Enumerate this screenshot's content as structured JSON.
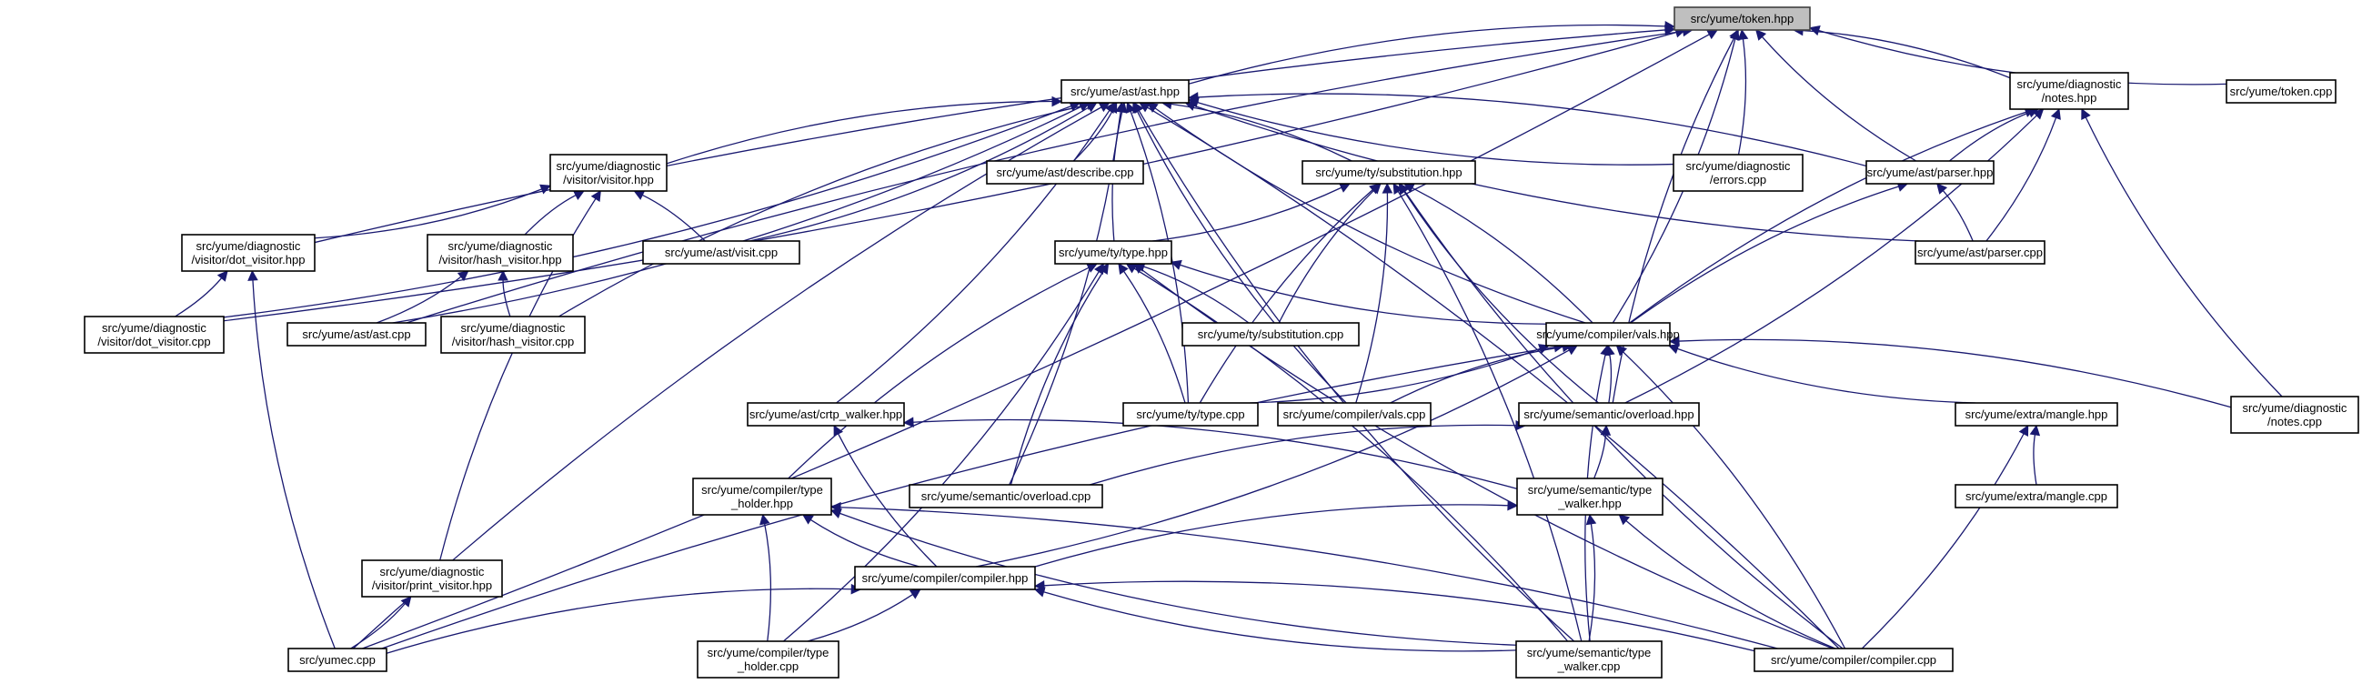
{
  "title": "Include dependency graph: files that directly or indirectly include src/yume/token.hpp",
  "colors": {
    "edge": "#191970",
    "root_fill": "#bfbfbf",
    "node_fill": "#ffffff",
    "node_border": "#000000"
  },
  "root": "token_hpp",
  "nodes": [
    {
      "id": "token_hpp",
      "label": [
        "src/yume/token.hpp"
      ],
      "root": true
    },
    {
      "id": "ast_hpp",
      "label": [
        "src/yume/ast/ast.hpp"
      ]
    },
    {
      "id": "notes_hpp",
      "label": [
        "src/yume/diagnostic",
        "/notes.hpp"
      ]
    },
    {
      "id": "token_cpp",
      "label": [
        "src/yume/token.cpp"
      ]
    },
    {
      "id": "visitor_hpp",
      "label": [
        "src/yume/diagnostic",
        "/visitor/visitor.hpp"
      ]
    },
    {
      "id": "describe_cpp",
      "label": [
        "src/yume/ast/describe.cpp"
      ]
    },
    {
      "id": "substitution_hpp",
      "label": [
        "src/yume/ty/substitution.hpp"
      ]
    },
    {
      "id": "errors_cpp",
      "label": [
        "src/yume/diagnostic",
        "/errors.cpp"
      ]
    },
    {
      "id": "parser_hpp",
      "label": [
        "src/yume/ast/parser.hpp"
      ]
    },
    {
      "id": "parser_cpp",
      "label": [
        "src/yume/ast/parser.cpp"
      ]
    },
    {
      "id": "dot_visitor_hpp",
      "label": [
        "src/yume/diagnostic",
        "/visitor/dot_visitor.hpp"
      ]
    },
    {
      "id": "hash_visitor_hpp",
      "label": [
        "src/yume/diagnostic",
        "/visitor/hash_visitor.hpp"
      ]
    },
    {
      "id": "visit_cpp",
      "label": [
        "src/yume/ast/visit.cpp"
      ]
    },
    {
      "id": "type_hpp",
      "label": [
        "src/yume/ty/type.hpp"
      ]
    },
    {
      "id": "dot_visitor_cpp",
      "label": [
        "src/yume/diagnostic",
        "/visitor/dot_visitor.cpp"
      ]
    },
    {
      "id": "ast_cpp",
      "label": [
        "src/yume/ast/ast.cpp"
      ]
    },
    {
      "id": "hash_visitor_cpp",
      "label": [
        "src/yume/diagnostic",
        "/visitor/hash_visitor.cpp"
      ]
    },
    {
      "id": "substitution_cpp",
      "label": [
        "src/yume/ty/substitution.cpp"
      ]
    },
    {
      "id": "vals_hpp",
      "label": [
        "src/yume/compiler/vals.hpp"
      ]
    },
    {
      "id": "crtp_walker_hpp",
      "label": [
        "src/yume/ast/crtp_walker.hpp"
      ]
    },
    {
      "id": "type_cpp",
      "label": [
        "src/yume/ty/type.cpp"
      ]
    },
    {
      "id": "vals_cpp",
      "label": [
        "src/yume/compiler/vals.cpp"
      ]
    },
    {
      "id": "overload_hpp",
      "label": [
        "src/yume/semantic/overload.hpp"
      ]
    },
    {
      "id": "mangle_hpp",
      "label": [
        "src/yume/extra/mangle.hpp"
      ]
    },
    {
      "id": "notes_cpp",
      "label": [
        "src/yume/diagnostic",
        "/notes.cpp"
      ]
    },
    {
      "id": "type_holder_hpp",
      "label": [
        "src/yume/compiler/type",
        "_holder.hpp"
      ]
    },
    {
      "id": "overload_cpp",
      "label": [
        "src/yume/semantic/overload.cpp"
      ]
    },
    {
      "id": "type_walker_hpp",
      "label": [
        "src/yume/semantic/type",
        "_walker.hpp"
      ]
    },
    {
      "id": "mangle_cpp",
      "label": [
        "src/yume/extra/mangle.cpp"
      ]
    },
    {
      "id": "print_visitor_hpp",
      "label": [
        "src/yume/diagnostic",
        "/visitor/print_visitor.hpp"
      ]
    },
    {
      "id": "compiler_hpp",
      "label": [
        "src/yume/compiler/compiler.hpp"
      ]
    },
    {
      "id": "yumec_cpp",
      "label": [
        "src/yumec.cpp"
      ]
    },
    {
      "id": "type_holder_cpp",
      "label": [
        "src/yume/compiler/type",
        "_holder.cpp"
      ]
    },
    {
      "id": "type_walker_cpp",
      "label": [
        "src/yume/semantic/type",
        "_walker.cpp"
      ]
    },
    {
      "id": "compiler_cpp",
      "label": [
        "src/yume/compiler/compiler.cpp"
      ]
    }
  ],
  "edges": [
    [
      "ast_hpp",
      "token_hpp"
    ],
    [
      "notes_hpp",
      "token_hpp"
    ],
    [
      "token_cpp",
      "token_hpp"
    ],
    [
      "errors_cpp",
      "token_hpp"
    ],
    [
      "parser_hpp",
      "token_hpp"
    ],
    [
      "vals_hpp",
      "token_hpp"
    ],
    [
      "dot_visitor_hpp",
      "token_hpp"
    ],
    [
      "dot_visitor_cpp",
      "token_hpp"
    ],
    [
      "ast_cpp",
      "token_hpp"
    ],
    [
      "yumec_cpp",
      "token_hpp"
    ],
    [
      "overload_hpp",
      "token_hpp"
    ],
    [
      "describe_cpp",
      "ast_hpp"
    ],
    [
      "visitor_hpp",
      "ast_hpp"
    ],
    [
      "substitution_hpp",
      "ast_hpp"
    ],
    [
      "errors_cpp",
      "ast_hpp"
    ],
    [
      "parser_hpp",
      "ast_hpp"
    ],
    [
      "parser_cpp",
      "ast_hpp"
    ],
    [
      "visit_cpp",
      "ast_hpp"
    ],
    [
      "type_hpp",
      "ast_hpp"
    ],
    [
      "ast_cpp",
      "ast_hpp"
    ],
    [
      "hash_visitor_cpp",
      "ast_hpp"
    ],
    [
      "dot_visitor_cpp",
      "ast_hpp"
    ],
    [
      "yumec_cpp",
      "ast_hpp"
    ],
    [
      "crtp_walker_hpp",
      "ast_hpp"
    ],
    [
      "vals_hpp",
      "ast_hpp"
    ],
    [
      "type_cpp",
      "ast_hpp"
    ],
    [
      "vals_cpp",
      "ast_hpp"
    ],
    [
      "overload_cpp",
      "ast_hpp"
    ],
    [
      "type_walker_cpp",
      "ast_hpp"
    ],
    [
      "compiler_cpp",
      "ast_hpp"
    ],
    [
      "parser_hpp",
      "notes_hpp"
    ],
    [
      "parser_cpp",
      "notes_hpp"
    ],
    [
      "vals_hpp",
      "notes_hpp"
    ],
    [
      "overload_hpp",
      "notes_hpp"
    ],
    [
      "notes_cpp",
      "notes_hpp"
    ],
    [
      "dot_visitor_hpp",
      "visitor_hpp"
    ],
    [
      "hash_visitor_hpp",
      "visitor_hpp"
    ],
    [
      "visit_cpp",
      "visitor_hpp"
    ],
    [
      "print_visitor_hpp",
      "visitor_hpp"
    ],
    [
      "type_hpp",
      "substitution_hpp"
    ],
    [
      "substitution_cpp",
      "substitution_hpp"
    ],
    [
      "vals_hpp",
      "substitution_hpp"
    ],
    [
      "type_cpp",
      "substitution_hpp"
    ],
    [
      "vals_cpp",
      "substitution_hpp"
    ],
    [
      "overload_hpp",
      "substitution_hpp"
    ],
    [
      "type_walker_cpp",
      "substitution_hpp"
    ],
    [
      "compiler_cpp",
      "substitution_hpp"
    ],
    [
      "parser_cpp",
      "parser_hpp"
    ],
    [
      "vals_hpp",
      "parser_hpp"
    ],
    [
      "dot_visitor_cpp",
      "dot_visitor_hpp"
    ],
    [
      "yumec_cpp",
      "dot_visitor_hpp"
    ],
    [
      "ast_cpp",
      "hash_visitor_hpp"
    ],
    [
      "hash_visitor_cpp",
      "hash_visitor_hpp"
    ],
    [
      "substitution_cpp",
      "type_hpp"
    ],
    [
      "vals_hpp",
      "type_hpp"
    ],
    [
      "type_cpp",
      "type_hpp"
    ],
    [
      "type_holder_hpp",
      "type_hpp"
    ],
    [
      "type_holder_cpp",
      "type_hpp"
    ],
    [
      "overload_cpp",
      "type_hpp"
    ],
    [
      "type_walker_cpp",
      "type_hpp"
    ],
    [
      "compiler_cpp",
      "type_hpp"
    ],
    [
      "type_cpp",
      "vals_hpp"
    ],
    [
      "vals_cpp",
      "vals_hpp"
    ],
    [
      "overload_hpp",
      "vals_hpp"
    ],
    [
      "mangle_hpp",
      "vals_hpp"
    ],
    [
      "notes_cpp",
      "vals_hpp"
    ],
    [
      "yumec_cpp",
      "vals_hpp"
    ],
    [
      "compiler_hpp",
      "vals_hpp"
    ],
    [
      "type_walker_cpp",
      "vals_hpp"
    ],
    [
      "compiler_cpp",
      "vals_hpp"
    ],
    [
      "compiler_hpp",
      "crtp_walker_hpp"
    ],
    [
      "type_walker_hpp",
      "crtp_walker_hpp"
    ],
    [
      "overload_cpp",
      "overload_hpp"
    ],
    [
      "type_walker_hpp",
      "overload_hpp"
    ],
    [
      "mangle_cpp",
      "mangle_hpp"
    ],
    [
      "compiler_cpp",
      "mangle_hpp"
    ],
    [
      "compiler_hpp",
      "type_holder_hpp"
    ],
    [
      "type_holder_cpp",
      "type_holder_hpp"
    ],
    [
      "type_walker_cpp",
      "type_holder_hpp"
    ],
    [
      "compiler_cpp",
      "type_holder_hpp"
    ],
    [
      "compiler_hpp",
      "type_walker_hpp"
    ],
    [
      "type_walker_cpp",
      "type_walker_hpp"
    ],
    [
      "compiler_cpp",
      "type_walker_hpp"
    ],
    [
      "yumec_cpp",
      "print_visitor_hpp"
    ],
    [
      "yumec_cpp",
      "compiler_hpp"
    ],
    [
      "type_holder_cpp",
      "compiler_hpp"
    ],
    [
      "type_walker_cpp",
      "compiler_hpp"
    ],
    [
      "compiler_cpp",
      "compiler_hpp"
    ]
  ]
}
